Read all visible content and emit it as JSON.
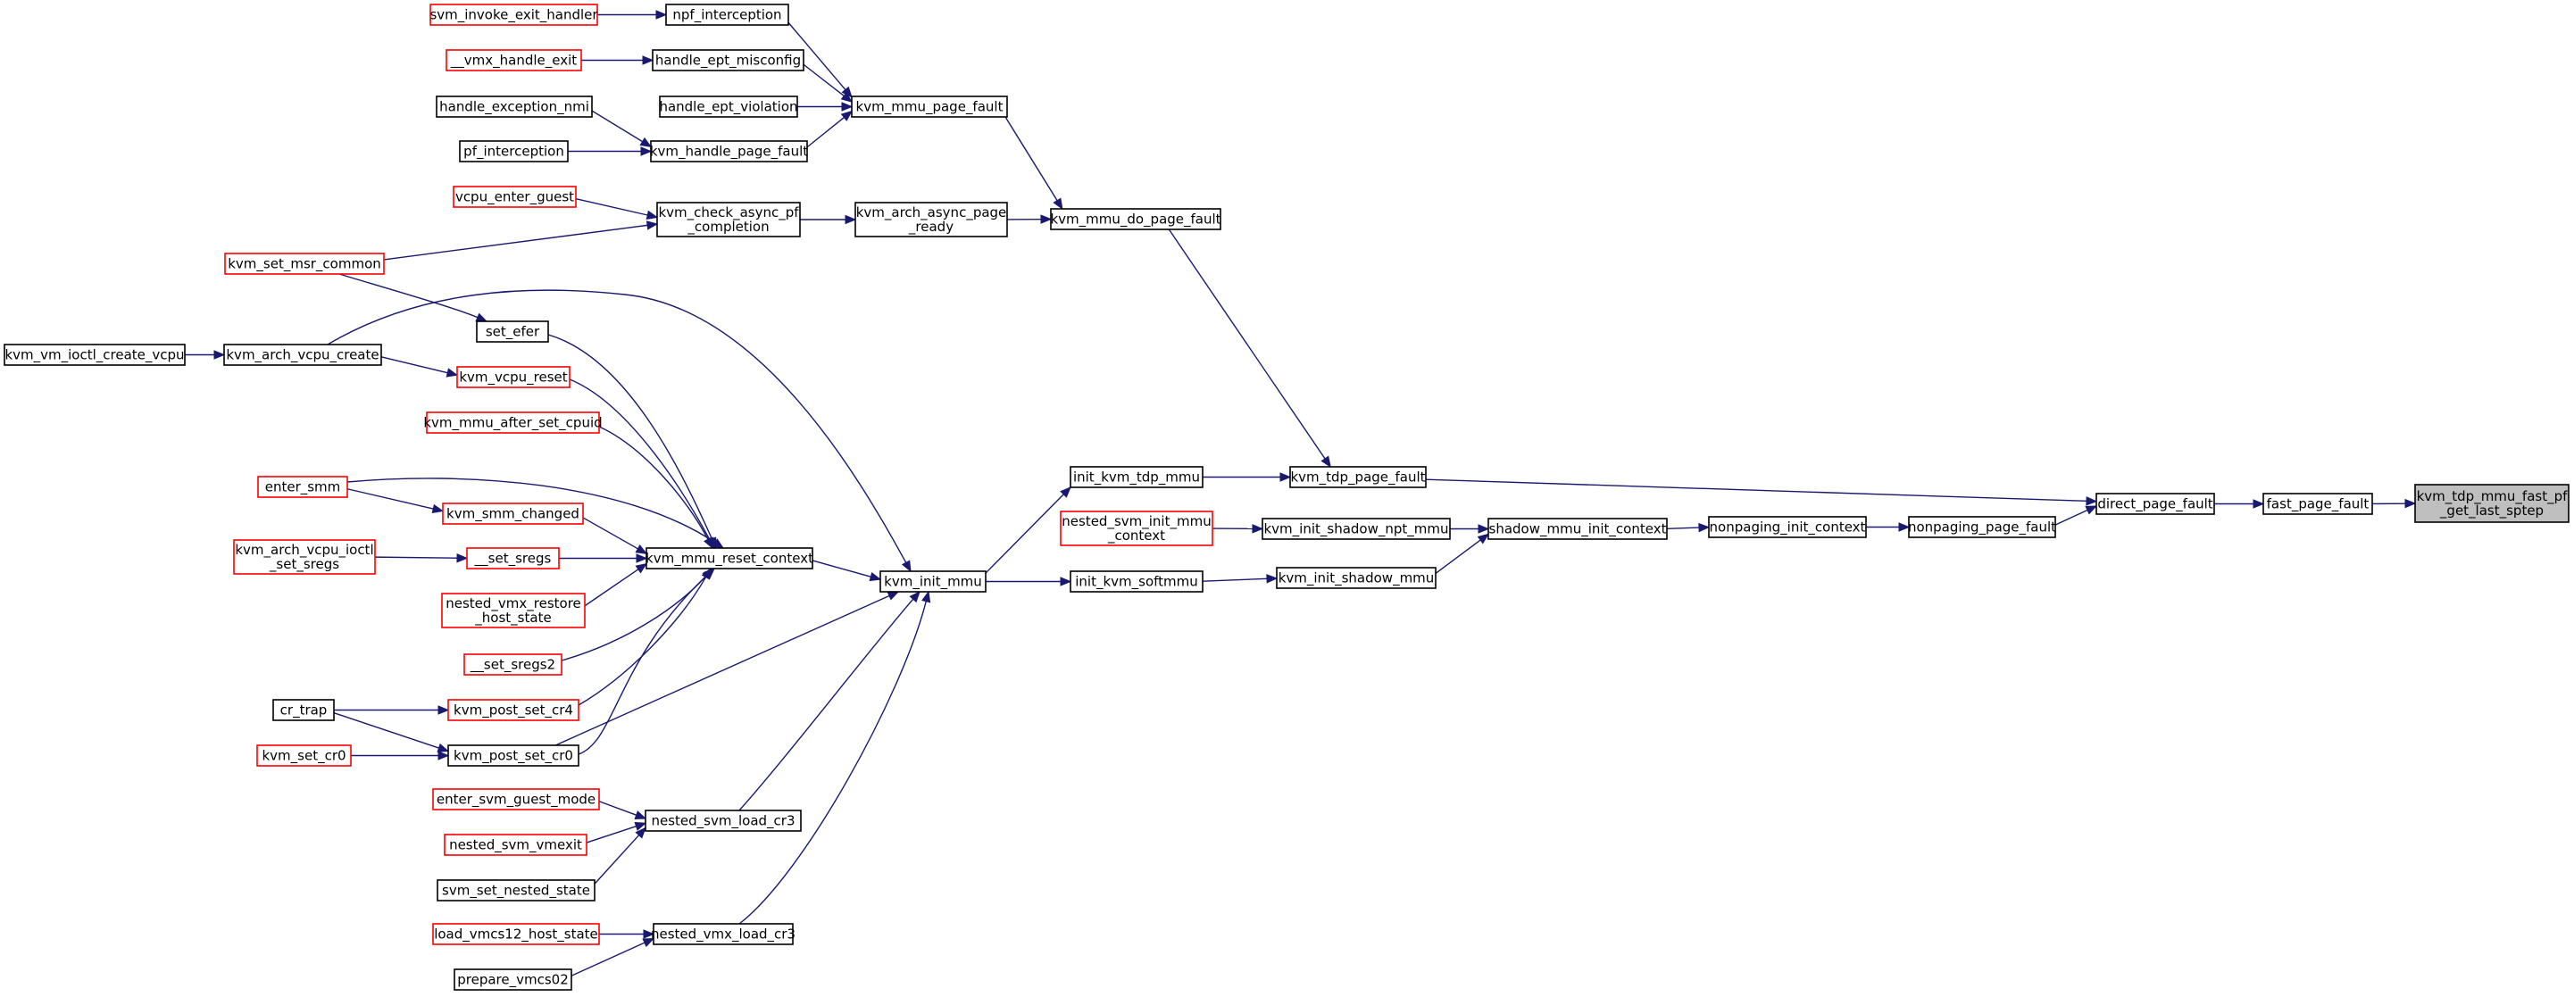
{
  "colors": {
    "edge": "#191970",
    "border_documented": "#000000",
    "border_truncated": "#ff0000",
    "root_fill": "#bfbfbf",
    "node_fill": "#ffffff"
  },
  "nodes": [
    {
      "id": "root",
      "lines": [
        "kvm_tdp_mmu_fast_pf",
        "_get_last_sptep"
      ],
      "style": "root"
    },
    {
      "id": "fast_page_fault",
      "lines": [
        "fast_page_fault"
      ],
      "style": "normal"
    },
    {
      "id": "direct_page_fault",
      "lines": [
        "direct_page_fault"
      ],
      "style": "normal"
    },
    {
      "id": "kvm_tdp_page_fault",
      "lines": [
        "kvm_tdp_page_fault"
      ],
      "style": "normal"
    },
    {
      "id": "nonpaging_page_fault",
      "lines": [
        "nonpaging_page_fault"
      ],
      "style": "normal"
    },
    {
      "id": "init_kvm_tdp_mmu",
      "lines": [
        "init_kvm_tdp_mmu"
      ],
      "style": "normal"
    },
    {
      "id": "kvm_mmu_do_page_fault",
      "lines": [
        "kvm_mmu_do_page_fault"
      ],
      "style": "normal"
    },
    {
      "id": "nonpaging_init_context",
      "lines": [
        "nonpaging_init_context"
      ],
      "style": "normal"
    },
    {
      "id": "shadow_mmu_init_context",
      "lines": [
        "shadow_mmu_init_context"
      ],
      "style": "normal"
    },
    {
      "id": "kvm_init_shadow_npt_mmu",
      "lines": [
        "kvm_init_shadow_npt_mmu"
      ],
      "style": "normal"
    },
    {
      "id": "kvm_init_shadow_mmu",
      "lines": [
        "kvm_init_shadow_mmu"
      ],
      "style": "normal"
    },
    {
      "id": "nested_svm_init_mmu_context",
      "lines": [
        "nested_svm_init_mmu",
        "_context"
      ],
      "style": "truncated"
    },
    {
      "id": "init_kvm_softmmu",
      "lines": [
        "init_kvm_softmmu"
      ],
      "style": "normal"
    },
    {
      "id": "kvm_init_mmu",
      "lines": [
        "kvm_init_mmu"
      ],
      "style": "normal"
    },
    {
      "id": "kvm_mmu_reset_context",
      "lines": [
        "kvm_mmu_reset_context"
      ],
      "style": "normal"
    },
    {
      "id": "nested_svm_load_cr3",
      "lines": [
        "nested_svm_load_cr3"
      ],
      "style": "normal"
    },
    {
      "id": "nested_vmx_load_cr3",
      "lines": [
        "nested_vmx_load_cr3"
      ],
      "style": "normal"
    },
    {
      "id": "kvm_arch_vcpu_create",
      "lines": [
        "kvm_arch_vcpu_create"
      ],
      "style": "normal"
    },
    {
      "id": "kvm_vm_ioctl_create_vcpu",
      "lines": [
        "kvm_vm_ioctl_create_vcpu"
      ],
      "style": "normal"
    },
    {
      "id": "kvm_arch_async_page_ready",
      "lines": [
        "kvm_arch_async_page",
        "_ready"
      ],
      "style": "normal"
    },
    {
      "id": "kvm_check_async_pf_completion",
      "lines": [
        "kvm_check_async_pf",
        "_completion"
      ],
      "style": "normal"
    },
    {
      "id": "vcpu_enter_guest",
      "lines": [
        "vcpu_enter_guest"
      ],
      "style": "truncated"
    },
    {
      "id": "kvm_set_msr_common",
      "lines": [
        "kvm_set_msr_common"
      ],
      "style": "truncated"
    },
    {
      "id": "kvm_mmu_page_fault",
      "lines": [
        "kvm_mmu_page_fault"
      ],
      "style": "normal"
    },
    {
      "id": "npf_interception",
      "lines": [
        "npf_interception"
      ],
      "style": "normal"
    },
    {
      "id": "handle_ept_misconfig",
      "lines": [
        "handle_ept_misconfig"
      ],
      "style": "normal"
    },
    {
      "id": "handle_ept_violation",
      "lines": [
        "handle_ept_violation"
      ],
      "style": "normal"
    },
    {
      "id": "kvm_handle_page_fault",
      "lines": [
        "kvm_handle_page_fault"
      ],
      "style": "normal"
    },
    {
      "id": "svm_invoke_exit_handler",
      "lines": [
        "svm_invoke_exit_handler"
      ],
      "style": "truncated"
    },
    {
      "id": "vmx_handle_exit",
      "lines": [
        "__vmx_handle_exit"
      ],
      "style": "truncated"
    },
    {
      "id": "handle_exception_nmi",
      "lines": [
        "handle_exception_nmi"
      ],
      "style": "normal"
    },
    {
      "id": "pf_interception",
      "lines": [
        "pf_interception"
      ],
      "style": "normal"
    },
    {
      "id": "set_efer",
      "lines": [
        "set_efer"
      ],
      "style": "normal"
    },
    {
      "id": "kvm_vcpu_reset",
      "lines": [
        "kvm_vcpu_reset"
      ],
      "style": "truncated"
    },
    {
      "id": "kvm_mmu_after_set_cpuid",
      "lines": [
        "kvm_mmu_after_set_cpuid"
      ],
      "style": "truncated"
    },
    {
      "id": "enter_smm",
      "lines": [
        "enter_smm"
      ],
      "style": "truncated"
    },
    {
      "id": "kvm_smm_changed",
      "lines": [
        "kvm_smm_changed"
      ],
      "style": "truncated"
    },
    {
      "id": "kvm_arch_vcpu_ioctl_set_sregs",
      "lines": [
        "kvm_arch_vcpu_ioctl",
        "_set_sregs"
      ],
      "style": "truncated"
    },
    {
      "id": "set_sregs",
      "lines": [
        "__set_sregs"
      ],
      "style": "truncated"
    },
    {
      "id": "nested_vmx_restore_host_state",
      "lines": [
        "nested_vmx_restore",
        "_host_state"
      ],
      "style": "truncated"
    },
    {
      "id": "set_sregs2",
      "lines": [
        "__set_sregs2"
      ],
      "style": "truncated"
    },
    {
      "id": "cr_trap",
      "lines": [
        "cr_trap"
      ],
      "style": "normal"
    },
    {
      "id": "kvm_post_set_cr4",
      "lines": [
        "kvm_post_set_cr4"
      ],
      "style": "truncated"
    },
    {
      "id": "kvm_set_cr0",
      "lines": [
        "kvm_set_cr0"
      ],
      "style": "truncated"
    },
    {
      "id": "kvm_post_set_cr0",
      "lines": [
        "kvm_post_set_cr0"
      ],
      "style": "normal"
    },
    {
      "id": "enter_svm_guest_mode",
      "lines": [
        "enter_svm_guest_mode"
      ],
      "style": "truncated"
    },
    {
      "id": "nested_svm_vmexit",
      "lines": [
        "nested_svm_vmexit"
      ],
      "style": "truncated"
    },
    {
      "id": "svm_set_nested_state",
      "lines": [
        "svm_set_nested_state"
      ],
      "style": "normal"
    },
    {
      "id": "load_vmcs12_host_state",
      "lines": [
        "load_vmcs12_host_state"
      ],
      "style": "truncated"
    },
    {
      "id": "prepare_vmcs02",
      "lines": [
        "prepare_vmcs02"
      ],
      "style": "normal"
    }
  ],
  "edges": [
    {
      "from": "fast_page_fault",
      "to": "root"
    },
    {
      "from": "direct_page_fault",
      "to": "fast_page_fault"
    },
    {
      "from": "kvm_tdp_page_fault",
      "to": "direct_page_fault"
    },
    {
      "from": "nonpaging_page_fault",
      "to": "direct_page_fault"
    },
    {
      "from": "init_kvm_tdp_mmu",
      "to": "kvm_tdp_page_fault"
    },
    {
      "from": "kvm_mmu_do_page_fault",
      "to": "kvm_tdp_page_fault"
    },
    {
      "from": "nonpaging_init_context",
      "to": "nonpaging_page_fault"
    },
    {
      "from": "shadow_mmu_init_context",
      "to": "nonpaging_init_context"
    },
    {
      "from": "kvm_init_shadow_npt_mmu",
      "to": "shadow_mmu_init_context"
    },
    {
      "from": "kvm_init_shadow_mmu",
      "to": "shadow_mmu_init_context"
    },
    {
      "from": "nested_svm_init_mmu_context",
      "to": "kvm_init_shadow_npt_mmu"
    },
    {
      "from": "init_kvm_softmmu",
      "to": "kvm_init_shadow_mmu"
    },
    {
      "from": "kvm_init_mmu",
      "to": "init_kvm_tdp_mmu"
    },
    {
      "from": "kvm_init_mmu",
      "to": "init_kvm_softmmu"
    },
    {
      "from": "kvm_mmu_reset_context",
      "to": "kvm_init_mmu"
    },
    {
      "from": "kvm_arch_vcpu_create",
      "to": "kvm_init_mmu"
    },
    {
      "from": "nested_svm_load_cr3",
      "to": "kvm_init_mmu"
    },
    {
      "from": "nested_vmx_load_cr3",
      "to": "kvm_init_mmu"
    },
    {
      "from": "kvm_post_set_cr0",
      "to": "kvm_init_mmu"
    },
    {
      "from": "kvm_vm_ioctl_create_vcpu",
      "to": "kvm_arch_vcpu_create"
    },
    {
      "from": "kvm_arch_async_page_ready",
      "to": "kvm_mmu_do_page_fault"
    },
    {
      "from": "kvm_mmu_page_fault",
      "to": "kvm_mmu_do_page_fault"
    },
    {
      "from": "kvm_check_async_pf_completion",
      "to": "kvm_arch_async_page_ready"
    },
    {
      "from": "vcpu_enter_guest",
      "to": "kvm_check_async_pf_completion"
    },
    {
      "from": "kvm_set_msr_common",
      "to": "kvm_check_async_pf_completion"
    },
    {
      "from": "kvm_set_msr_common",
      "to": "set_efer"
    },
    {
      "from": "npf_interception",
      "to": "kvm_mmu_page_fault"
    },
    {
      "from": "handle_ept_misconfig",
      "to": "kvm_mmu_page_fault"
    },
    {
      "from": "handle_ept_violation",
      "to": "kvm_mmu_page_fault"
    },
    {
      "from": "kvm_handle_page_fault",
      "to": "kvm_mmu_page_fault"
    },
    {
      "from": "svm_invoke_exit_handler",
      "to": "npf_interception"
    },
    {
      "from": "vmx_handle_exit",
      "to": "handle_ept_misconfig"
    },
    {
      "from": "handle_exception_nmi",
      "to": "kvm_handle_page_fault"
    },
    {
      "from": "pf_interception",
      "to": "kvm_handle_page_fault"
    },
    {
      "from": "set_efer",
      "to": "kvm_mmu_reset_context"
    },
    {
      "from": "kvm_vcpu_reset",
      "to": "kvm_mmu_reset_context"
    },
    {
      "from": "kvm_mmu_after_set_cpuid",
      "to": "kvm_mmu_reset_context"
    },
    {
      "from": "enter_smm",
      "to": "kvm_mmu_reset_context"
    },
    {
      "from": "enter_smm",
      "to": "kvm_smm_changed"
    },
    {
      "from": "kvm_smm_changed",
      "to": "kvm_mmu_reset_context"
    },
    {
      "from": "kvm_arch_vcpu_ioctl_set_sregs",
      "to": "set_sregs"
    },
    {
      "from": "set_sregs",
      "to": "kvm_mmu_reset_context"
    },
    {
      "from": "nested_vmx_restore_host_state",
      "to": "kvm_mmu_reset_context"
    },
    {
      "from": "set_sregs2",
      "to": "kvm_mmu_reset_context"
    },
    {
      "from": "kvm_post_set_cr4",
      "to": "kvm_mmu_reset_context"
    },
    {
      "from": "kvm_post_set_cr0",
      "to": "kvm_mmu_reset_context"
    },
    {
      "from": "cr_trap",
      "to": "kvm_post_set_cr4"
    },
    {
      "from": "cr_trap",
      "to": "kvm_post_set_cr0"
    },
    {
      "from": "kvm_set_cr0",
      "to": "kvm_post_set_cr0"
    },
    {
      "from": "kvm_arch_vcpu_create",
      "to": "kvm_vcpu_reset"
    },
    {
      "from": "enter_svm_guest_mode",
      "to": "nested_svm_load_cr3"
    },
    {
      "from": "nested_svm_vmexit",
      "to": "nested_svm_load_cr3"
    },
    {
      "from": "svm_set_nested_state",
      "to": "nested_svm_load_cr3"
    },
    {
      "from": "load_vmcs12_host_state",
      "to": "nested_vmx_load_cr3"
    },
    {
      "from": "prepare_vmcs02",
      "to": "nested_vmx_load_cr3"
    }
  ]
}
